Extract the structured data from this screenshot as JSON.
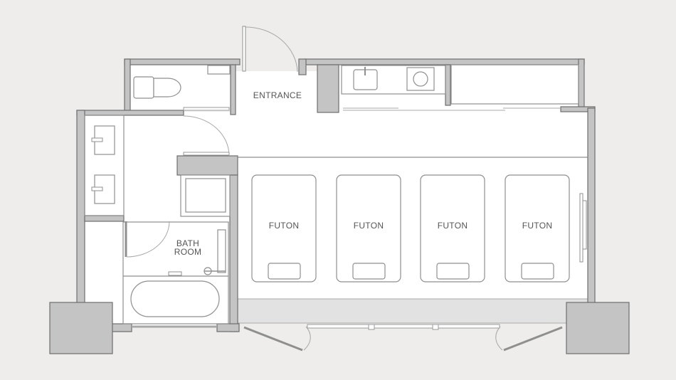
{
  "labels": {
    "entrance": "ENTRANCE",
    "bathroom_line1": "BATH",
    "bathroom_line2": "ROOM",
    "futon": [
      "FUTON",
      "FUTON",
      "FUTON",
      "FUTON"
    ]
  },
  "colors": {
    "background": "#eeedeb",
    "floor": "#ffffff",
    "wall": "#c4c4c4",
    "wall_outline": "#6e6e6e",
    "line": "#8f8f8f",
    "balcony": "#e2e2e2",
    "text": "#555555"
  }
}
